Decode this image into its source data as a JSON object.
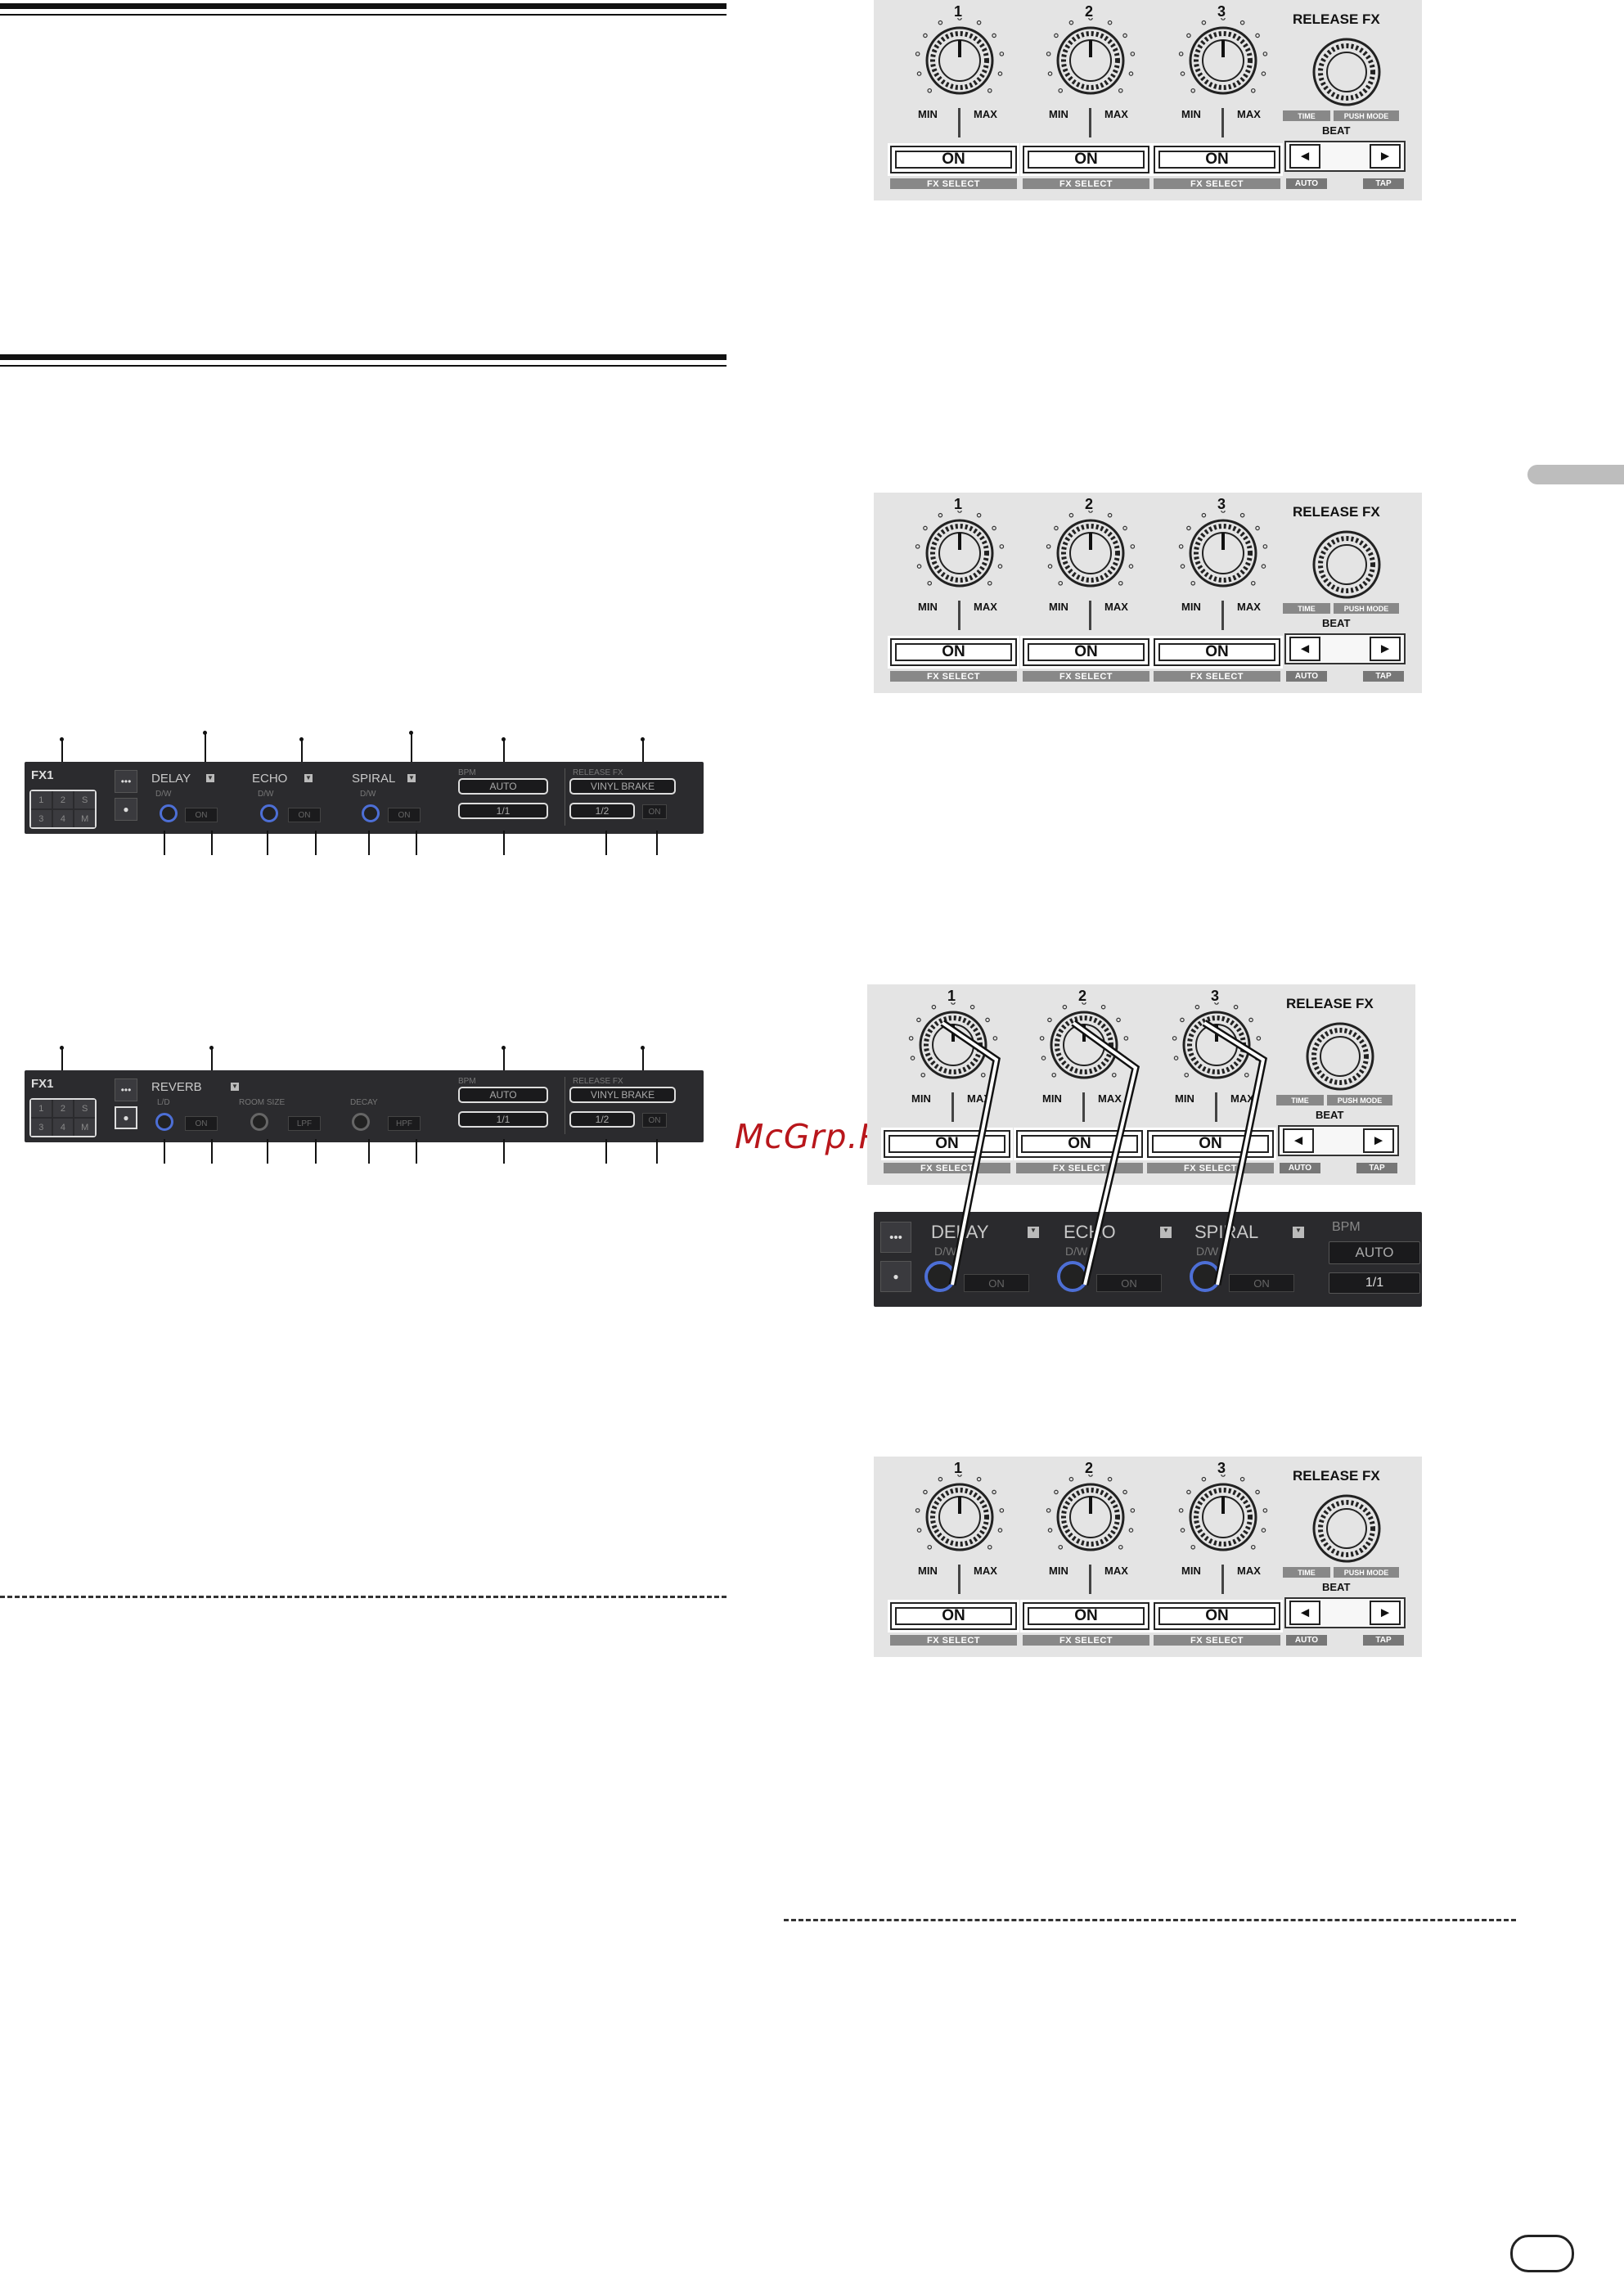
{
  "watermark": "McGrp.Ru",
  "software_panel_1": {
    "deck_label": "FX1",
    "slots": [
      "1",
      "2",
      "S",
      "3",
      "4",
      "M"
    ],
    "fx": [
      {
        "name": "DELAY",
        "param": "D/W",
        "button": "ON"
      },
      {
        "name": "ECHO",
        "param": "D/W",
        "button": "ON"
      },
      {
        "name": "SPIRAL",
        "param": "D/W",
        "button": "ON"
      }
    ],
    "bpm_label": "BPM",
    "bpm_mode": "AUTO",
    "beat_value": "1/1",
    "release_fx_label": "RELEASE FX",
    "release_fx_name": "VINYL BRAKE",
    "release_beat": "1/2",
    "release_on": "ON",
    "mode_icon": "•••",
    "dot_icon": "●"
  },
  "software_panel_2": {
    "deck_label": "FX1",
    "slots": [
      "1",
      "2",
      "S",
      "3",
      "4",
      "M"
    ],
    "fx_name": "REVERB",
    "params": [
      "L/D",
      "ON",
      "ROOM SIZE",
      "LPF",
      "DECAY",
      "HPF"
    ],
    "bpm_label": "BPM",
    "bpm_mode": "AUTO",
    "beat_value": "1/1",
    "release_fx_label": "RELEASE FX",
    "release_fx_name": "VINYL BRAKE",
    "release_beat": "1/2",
    "release_on": "ON",
    "mode_icon": "•••",
    "dot_icon": "●"
  },
  "software_panel_3": {
    "fx": [
      {
        "name": "DELAY",
        "param": "D/W",
        "button": "ON"
      },
      {
        "name": "ECHO",
        "param": "D/W",
        "button": "ON"
      },
      {
        "name": "SPIRAL",
        "param": "D/W",
        "button": "ON"
      }
    ],
    "bpm_label": "BPM",
    "bpm_mode": "AUTO",
    "beat_value": "1/1",
    "mode_icon": "•••",
    "dot_icon": "●"
  },
  "hardware_panel": {
    "knobs": [
      "1",
      "2",
      "3"
    ],
    "min_label": "MIN",
    "max_label": "MAX",
    "on_label": "ON",
    "fx_select_label": "FX SELECT",
    "release_fx_title": "RELEASE FX",
    "time_label": "TIME",
    "push_mode_label": "PUSH MODE",
    "beat_label": "BEAT",
    "left_arrow": "◄",
    "right_arrow": "►",
    "auto_label": "AUTO",
    "tap_label": "TAP"
  }
}
